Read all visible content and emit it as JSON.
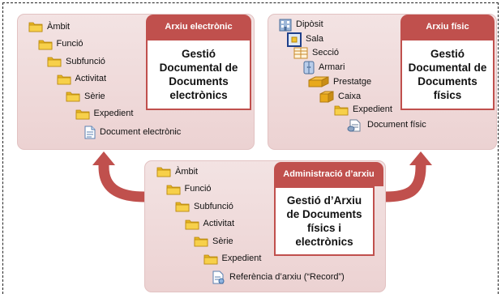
{
  "colors": {
    "accent": "#c0504d",
    "panel": "#eed7d7",
    "folder": "#f2c530"
  },
  "panels": {
    "electronic": {
      "tab": "Arxiu electrònic",
      "title": "Gestió\nDocumental de\nDocuments\nelectrònics",
      "items": [
        {
          "label": "Àmbit",
          "icon": "folder-icon"
        },
        {
          "label": "Funció",
          "icon": "folder-icon"
        },
        {
          "label": "Subfunció",
          "icon": "folder-icon"
        },
        {
          "label": "Activitat",
          "icon": "folder-icon"
        },
        {
          "label": "Sèrie",
          "icon": "folder-icon"
        },
        {
          "label": "Expedient",
          "icon": "folder-icon"
        },
        {
          "label": "Document electrònic",
          "icon": "document-icon"
        }
      ]
    },
    "physical": {
      "tab": "Arxiu físic",
      "title": "Gestió\nDocumental de\nDocuments\nfísics",
      "items": [
        {
          "label": "Dipòsit",
          "icon": "building-icon"
        },
        {
          "label": "Sala",
          "icon": "room-icon"
        },
        {
          "label": "Secció",
          "icon": "shelf-section-icon"
        },
        {
          "label": "Armari",
          "icon": "cabinet-icon"
        },
        {
          "label": "Prestatge",
          "icon": "shelf-icon"
        },
        {
          "label": "Caixa",
          "icon": "box-icon"
        },
        {
          "label": "Expedient",
          "icon": "folder-icon"
        },
        {
          "label": "Document físic",
          "icon": "physical-document-icon"
        }
      ]
    },
    "admin": {
      "tab": "Administració d’arxiu",
      "title": "Gestió d’Arxiu\nde Documents\nfísics i\nelectrònics",
      "items": [
        {
          "label": "Àmbit",
          "icon": "folder-icon"
        },
        {
          "label": "Funció",
          "icon": "folder-icon"
        },
        {
          "label": "Subfunció",
          "icon": "folder-icon"
        },
        {
          "label": "Activitat",
          "icon": "folder-icon"
        },
        {
          "label": "Sèrie",
          "icon": "folder-icon"
        },
        {
          "label": "Expedient",
          "icon": "folder-icon"
        },
        {
          "label": "Referència d’arxiu (“Record”)",
          "icon": "record-reference-icon"
        }
      ]
    }
  }
}
